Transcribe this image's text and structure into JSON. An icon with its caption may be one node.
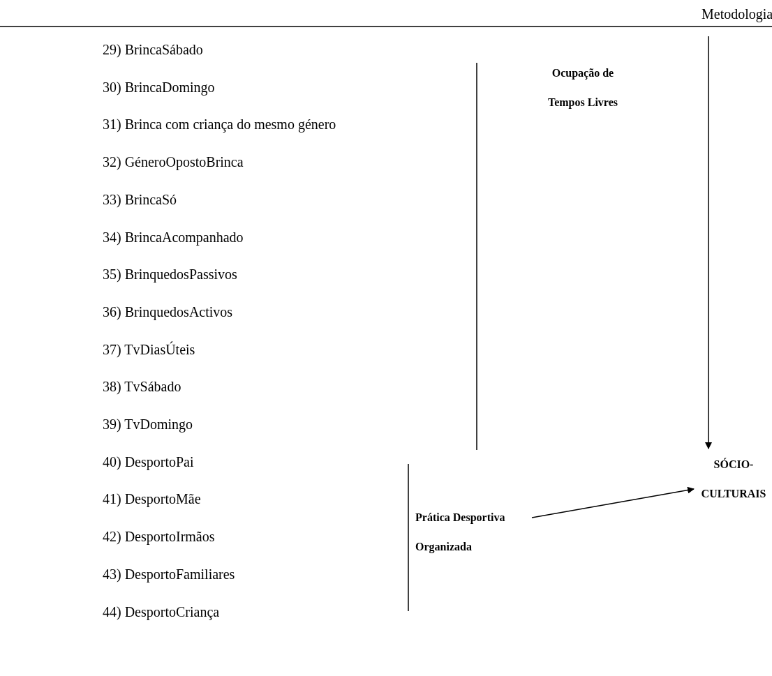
{
  "diagram": {
    "nodes": [
      {
        "text": [
          "Ocupação de Tempos Livres"
        ]
      },
      {
        "text": [
          "Prática Desportiva Organizada"
        ]
      },
      {
        "text": [
          "SÓCIO- CULTURAIS"
        ]
      }
    ],
    "edges": [
      {
        "from": null,
        "to": 2,
        "arrow": "to"
      },
      {
        "from": 1,
        "to": 2,
        "arrow": "to"
      }
    ],
    "labels": [
      "Metodologia",
      "29) BrincaSábado",
      "30) BrincaDomingo",
      "31) Brinca com criança do mesmo género",
      "32) GéneroOpostoBrinca",
      "33) BrincaSó",
      "34) BrincaAcompanhado",
      "35) BrinquedosPassivos",
      "36) BrinquedosActivos",
      "37) TvDiasÚteis",
      "38) TvSábado",
      "39) TvDomingo",
      "40) DesportoPai",
      "41) DesportoMãe",
      "42) DesportoIrmãos",
      "43) DesportoFamiliares",
      "44) DesportoCriança"
    ]
  }
}
